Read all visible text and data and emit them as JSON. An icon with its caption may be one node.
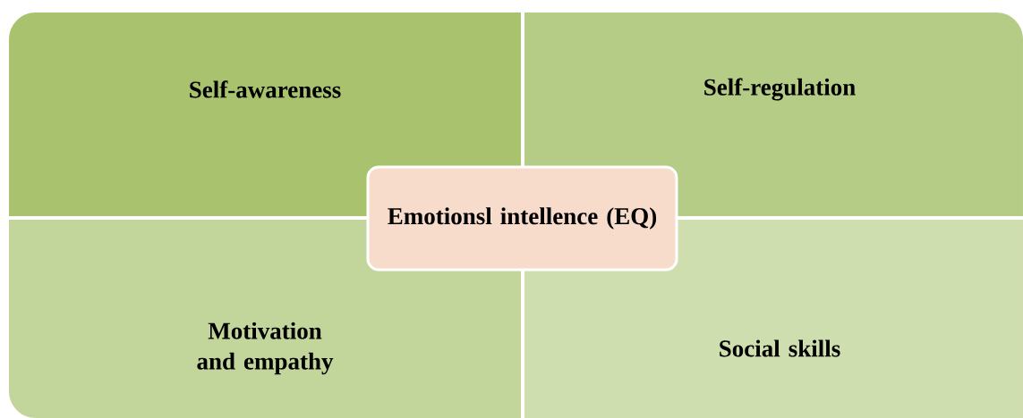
{
  "diagram": {
    "nodes": [
      {
        "text": [
          "Self-awareness"
        ]
      },
      {
        "text": [
          "Self-regulation"
        ]
      },
      {
        "text": [
          "Motivation and empathy"
        ]
      },
      {
        "text": [
          "Social skills"
        ]
      },
      {
        "text": [
          "Emotionsl intellence (EQ)"
        ]
      }
    ]
  }
}
